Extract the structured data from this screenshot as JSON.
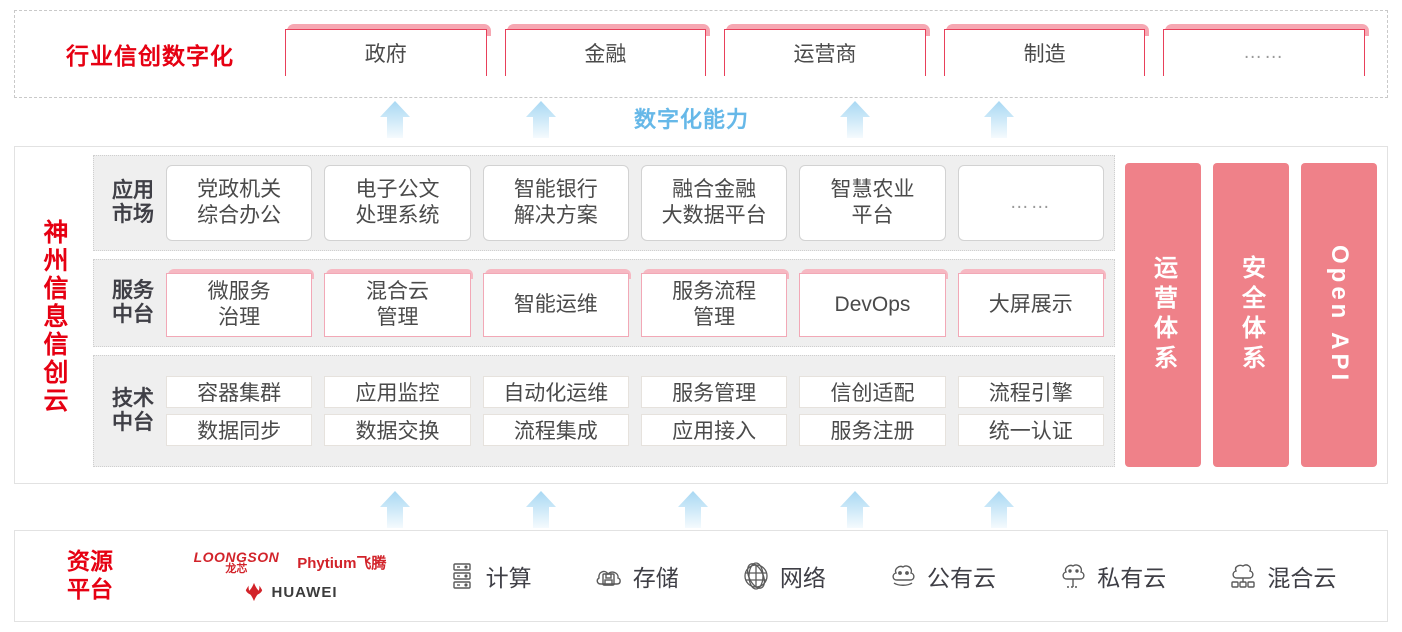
{
  "industry": {
    "title": "行业信创数字化",
    "boxes": [
      {
        "label": "政府",
        "dots": false
      },
      {
        "label": "金融",
        "dots": false
      },
      {
        "label": "运营商",
        "dots": false
      },
      {
        "label": "制造",
        "dots": false
      },
      {
        "label": "……",
        "dots": true
      }
    ]
  },
  "capability_band": {
    "label": "数字化能力",
    "arrow_color": "#bfe2f7",
    "label_color": "#66b8e8",
    "arrow_count": 4
  },
  "cloud": {
    "title": "神州信息信创云",
    "title_color": "#e60012",
    "layers": [
      {
        "name": "app-market",
        "label": "应用\n市场",
        "items": [
          {
            "label": "党政机关\n综合办公",
            "dots": false
          },
          {
            "label": "电子公文\n处理系统",
            "dots": false
          },
          {
            "label": "智能银行\n解决方案",
            "dots": false
          },
          {
            "label": "融合金融\n大数据平台",
            "dots": false
          },
          {
            "label": "智慧农业\n平台",
            "dots": false
          },
          {
            "label": "……",
            "dots": true
          }
        ]
      },
      {
        "name": "service-platform",
        "label": "服务\n中台",
        "items": [
          {
            "label": "微服务\n治理"
          },
          {
            "label": "混合云\n管理"
          },
          {
            "label": "智能运维"
          },
          {
            "label": "服务流程\n管理"
          },
          {
            "label": "DevOps"
          },
          {
            "label": "大屏展示"
          }
        ]
      },
      {
        "name": "tech-platform",
        "label": "技术\n中台",
        "rows": [
          [
            "容器集群",
            "应用监控",
            "自动化运维",
            "服务管理",
            "信创适配",
            "流程引擎"
          ],
          [
            "数据同步",
            "数据交换",
            "流程集成",
            "应用接入",
            "服务注册",
            "统一认证"
          ]
        ]
      }
    ],
    "pillars": [
      {
        "label": "运营体系",
        "latin": false
      },
      {
        "label": "安全体系",
        "latin": false
      },
      {
        "label": "Open API",
        "latin": true
      }
    ],
    "pillar_color": "#ef8189"
  },
  "bottom_band": {
    "arrow_count": 5,
    "arrow_color": "#bfe2f7"
  },
  "resource": {
    "title": "资源\n平台",
    "title_color": "#e60012",
    "vendors": [
      {
        "name": "loongson-logo",
        "en": "LOONGSON",
        "cn": "龙芯"
      },
      {
        "name": "phytium-logo",
        "text": "Phytium飞腾"
      },
      {
        "name": "huawei-logo",
        "text": "HUAWEI"
      }
    ],
    "items": [
      {
        "icon": "server-icon",
        "label": "计算"
      },
      {
        "icon": "storage-cloud-icon",
        "label": "存储"
      },
      {
        "icon": "network-icon",
        "label": "网络"
      },
      {
        "icon": "public-cloud-icon",
        "label": "公有云"
      },
      {
        "icon": "private-cloud-icon",
        "label": "私有云"
      },
      {
        "icon": "hybrid-cloud-icon",
        "label": "混合云"
      }
    ]
  }
}
